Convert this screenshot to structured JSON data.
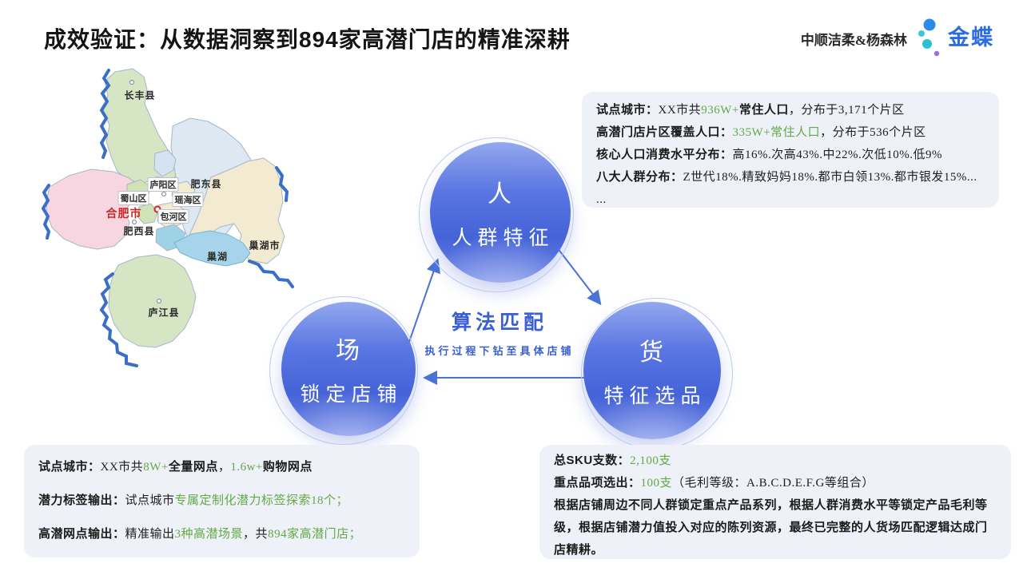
{
  "header": {
    "title": "成效验证：从数据洞察到894家高潜门店的精准深耕",
    "partner": "中顺洁柔&杨森林",
    "logo_text": "金蝶"
  },
  "map": {
    "labels": {
      "changfeng": "长丰县",
      "feidong": "肥东县",
      "luyang": "庐阳区",
      "shushan": "蜀山区",
      "yaohai": "瑶海区",
      "baohe": "包河区",
      "hefei": "合肥市",
      "feixi": "肥西县",
      "chaohu_city": "巢湖市",
      "chao_lake": "巢湖",
      "lujiang": "庐江县"
    }
  },
  "diagram": {
    "center_title": "算法匹配",
    "center_subtitle": "执行过程下钻至具体店铺",
    "nodes": {
      "people": {
        "char": "人",
        "label": "人群特征"
      },
      "goods": {
        "char": "货",
        "label": "特征选品"
      },
      "place": {
        "char": "场",
        "label": "锁定店铺"
      }
    }
  },
  "info_boxes": {
    "population": {
      "lines": [
        {
          "segs": [
            {
              "t": "试点城市：",
              "c": "b"
            },
            {
              "t": "XX市共",
              "c": "r"
            },
            {
              "t": "936W+",
              "c": "g"
            },
            {
              "t": "常住人口",
              "c": "b"
            },
            {
              "t": "，分布于3,171个片区",
              "c": "r"
            }
          ]
        },
        {
          "segs": [
            {
              "t": "高潜门店片区覆盖人口：",
              "c": "b"
            },
            {
              "t": "335W+常住人口",
              "c": "g"
            },
            {
              "t": "，分布于536个片区",
              "c": "r"
            }
          ]
        },
        {
          "segs": [
            {
              "t": "核心人口消费水平分布：",
              "c": "b"
            },
            {
              "t": "高16%.次高43%.中22%.次低10%.低9%",
              "c": "r"
            }
          ]
        },
        {
          "segs": [
            {
              "t": "八大人群分布：",
              "c": "b"
            },
            {
              "t": "Z世代18%.精致妈妈18%.都市白领13%.都市银发15%...",
              "c": "r"
            }
          ]
        },
        {
          "segs": [
            {
              "t": "...",
              "c": "r"
            }
          ]
        }
      ]
    },
    "stores": {
      "lines": [
        {
          "segs": [
            {
              "t": "试点城市：",
              "c": "b"
            },
            {
              "t": "XX市共",
              "c": "r"
            },
            {
              "t": "8W+",
              "c": "g"
            },
            {
              "t": "全量网点",
              "c": "b"
            },
            {
              "t": "，",
              "c": "r"
            },
            {
              "t": "1.6w+",
              "c": "g"
            },
            {
              "t": "购物网点",
              "c": "b"
            }
          ]
        },
        {
          "segs": [
            {
              "t": "潜力标签输出：",
              "c": "b"
            },
            {
              "t": "试点城市",
              "c": "r"
            },
            {
              "t": "专属定制化潜力标签探索18个；",
              "c": "g"
            }
          ]
        },
        {
          "segs": [
            {
              "t": "高潜网点输出：",
              "c": "b"
            },
            {
              "t": "精准输出",
              "c": "r"
            },
            {
              "t": "3种高潜场景",
              "c": "g"
            },
            {
              "t": "，共",
              "c": "r"
            },
            {
              "t": "894家高潜门店；",
              "c": "g"
            }
          ]
        }
      ]
    },
    "sku": {
      "lines": [
        {
          "segs": [
            {
              "t": "总SKU支数：",
              "c": "b"
            },
            {
              "t": "2,100支",
              "c": "g"
            }
          ]
        },
        {
          "segs": [
            {
              "t": "重点品项选出：",
              "c": "b"
            },
            {
              "t": "100支",
              "c": "g"
            },
            {
              "t": "（毛利等级：A.B.C.D.E.F.G等组合）",
              "c": "r"
            }
          ]
        },
        {
          "wrap": true,
          "segs": [
            {
              "t": "根据店铺周边不同人群锁定重点产品系列，根据人群消费水平等锁定产品毛利等级，根据店铺潜力值投入对应的陈列资源，最终已完整的人货场匹配逻辑达成门店精耕。",
              "c": "b"
            }
          ]
        }
      ]
    }
  },
  "colors": {
    "accent_green": "#63a945",
    "accent_blue": "#3a5ed6",
    "circle_blue": "#4463d8",
    "logo_blue": "#2b6de0",
    "box_bg": "#eef1f8"
  }
}
